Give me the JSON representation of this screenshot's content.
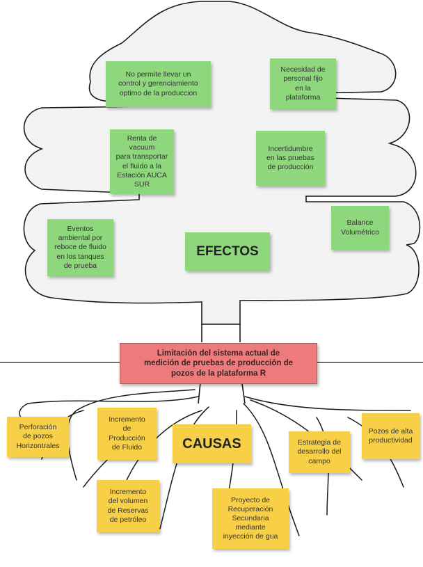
{
  "effects_label": "EFECTOS",
  "causes_label": "CAUSAS",
  "problem": "Limitación del sistema actual de\nmedición de pruebas de producción de\npozos de la plataforma R",
  "effects": [
    "No permite llevar un\ncontrol y gerenciamiento\noptimo de la produccion",
    "Necesidad de\npersonal fijo\nen la\nplataforma",
    "Renta de vacuum\npara transportar\nel fluido a la\nEstación AUCA\nSUR",
    "Incertidumbre\nen las pruebas\nde producción",
    "Eventos\nambiental por\nreboce de fluido\nen los tanques\nde prueba",
    "Balance\nVolumétrico"
  ],
  "causes": [
    "Perforación\nde pozos\nHorizontrales",
    "Incremento\nde\nProducción\nde Fluido",
    "Estrategia de\ndesarrollo del\ncampo",
    "Pozos de alta\nproductividad",
    "Incremento\ndel volumen\nde Reservas\nde petróleo",
    "Proyecto de\nRecuperación\nSecundaria\nmediante\ninyección de gua"
  ],
  "colors": {
    "canopy_fill": "#f3f3f3",
    "outline": "#1a1a1a",
    "effect_note": "#8ed77c",
    "cause_note": "#f7d048",
    "problem_note": "#ee7b7b"
  }
}
